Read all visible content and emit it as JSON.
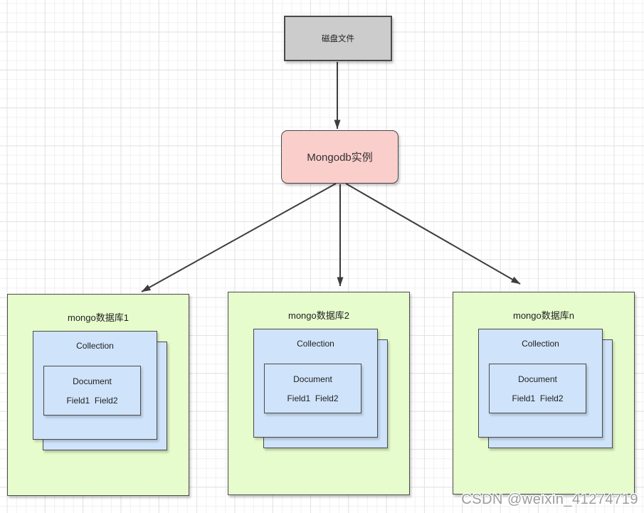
{
  "diagram": {
    "disk_file": {
      "label": "磁盘文件"
    },
    "instance": {
      "label": "Mongodb实例"
    },
    "databases": [
      {
        "label": "mongo数据库1",
        "collection_label": "Collection",
        "document_label": "Document",
        "fields_label": "Field1  Field2"
      },
      {
        "label": "mongo数据库2",
        "collection_label": "Collection",
        "document_label": "Document",
        "fields_label": "Field1  Field2"
      },
      {
        "label": "mongo数据库n",
        "collection_label": "Collection",
        "document_label": "Document",
        "fields_label": "Field1  Field2"
      }
    ],
    "colors": {
      "disk_file_fill": "#cccccc",
      "instance_fill": "#f9cecb",
      "database_fill": "#e7fccd",
      "collection_fill": "#cfe3fa",
      "border": "#4a4a4a",
      "arrow": "#3d3d3d"
    }
  },
  "watermark": {
    "text": "CSDN @weixin_41274719"
  }
}
